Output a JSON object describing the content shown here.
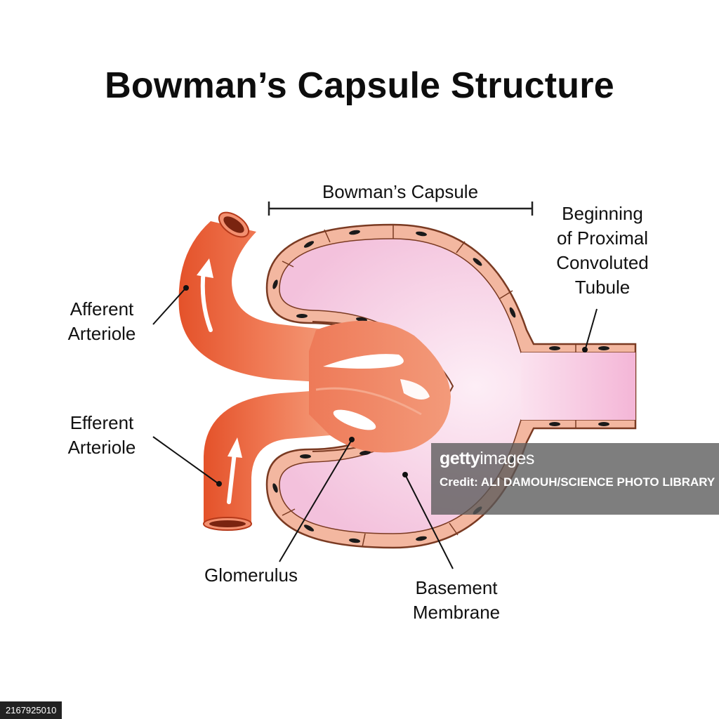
{
  "title": "Bowman’s Capsule Structure",
  "labels": {
    "bowmans_capsule": "Bowman’s Capsule",
    "proximal_tubule": [
      "Beginning",
      "of Proximal",
      "Convoluted",
      "Tubule"
    ],
    "afferent": [
      "Afferent",
      "Arteriole"
    ],
    "efferent": [
      "Efferent",
      "Arteriole"
    ],
    "glomerulus": "Glomerulus",
    "basement": [
      "Basement",
      "Membrane"
    ]
  },
  "watermark": {
    "logo_bold": "getty",
    "logo_light": "images",
    "credit": "Credit: ALI DAMOUH/SCIENCE PHOTO LIBRARY"
  },
  "image_id": "2167925010",
  "colors": {
    "capsule_fill": "#f6c8e0",
    "capsule_wall": "#f3b7a0",
    "wall_outline": "#7a3a22",
    "vessel": "#f0663a",
    "vessel_dark": "#e4562b",
    "nuclei": "#1a1a1a"
  }
}
